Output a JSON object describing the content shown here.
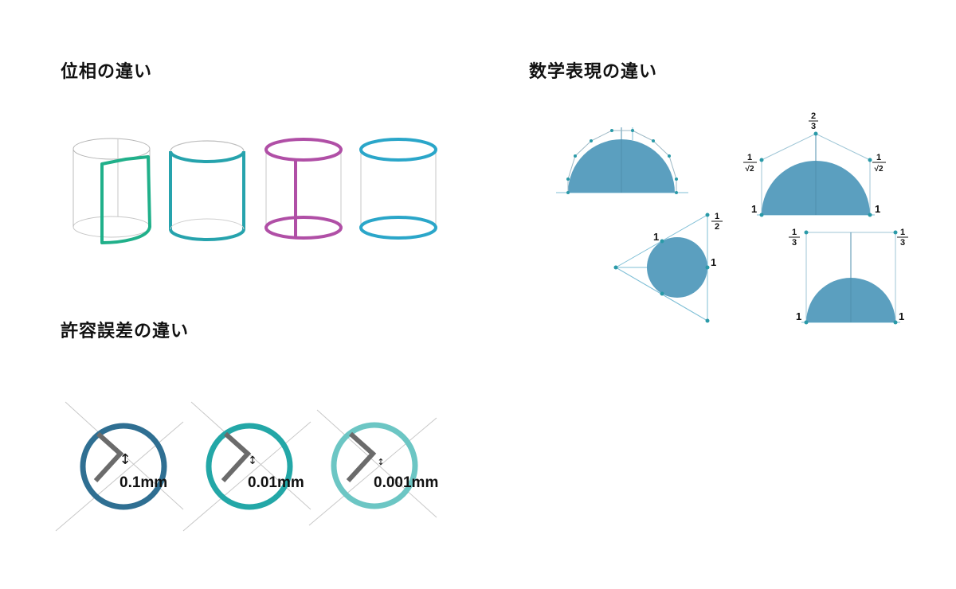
{
  "headings": {
    "topology": "位相の違い",
    "math": "数学表現の違い",
    "tolerance": "許容誤差の違い"
  },
  "colors": {
    "green": "#20b08a",
    "teal": "#26a3ad",
    "magenta": "#b04fa6",
    "cyan": "#2aa6c9",
    "fill_blue": "#5b9fbf",
    "guide": "#7fbfd6",
    "point": "#2a9aa8",
    "ring_dark": "#2f6f92",
    "ring_mid": "#23a7a7",
    "ring_light": "#6cc6c4",
    "gray": "#6b6b6b"
  },
  "math_labels": {
    "arc": {
      "top": "2/3",
      "left": "1/√2",
      "right": "1/√2",
      "bottom_left": "1",
      "bottom_right": "1"
    },
    "circle": {
      "top_right": "1/2",
      "left_top": "1",
      "right": "1"
    },
    "square": {
      "top_left": "1/3",
      "top_right": "1/3",
      "bottom_left": "1",
      "bottom_right": "1"
    }
  },
  "tolerances": [
    "0.1mm",
    "0.01mm",
    "0.001mm"
  ]
}
